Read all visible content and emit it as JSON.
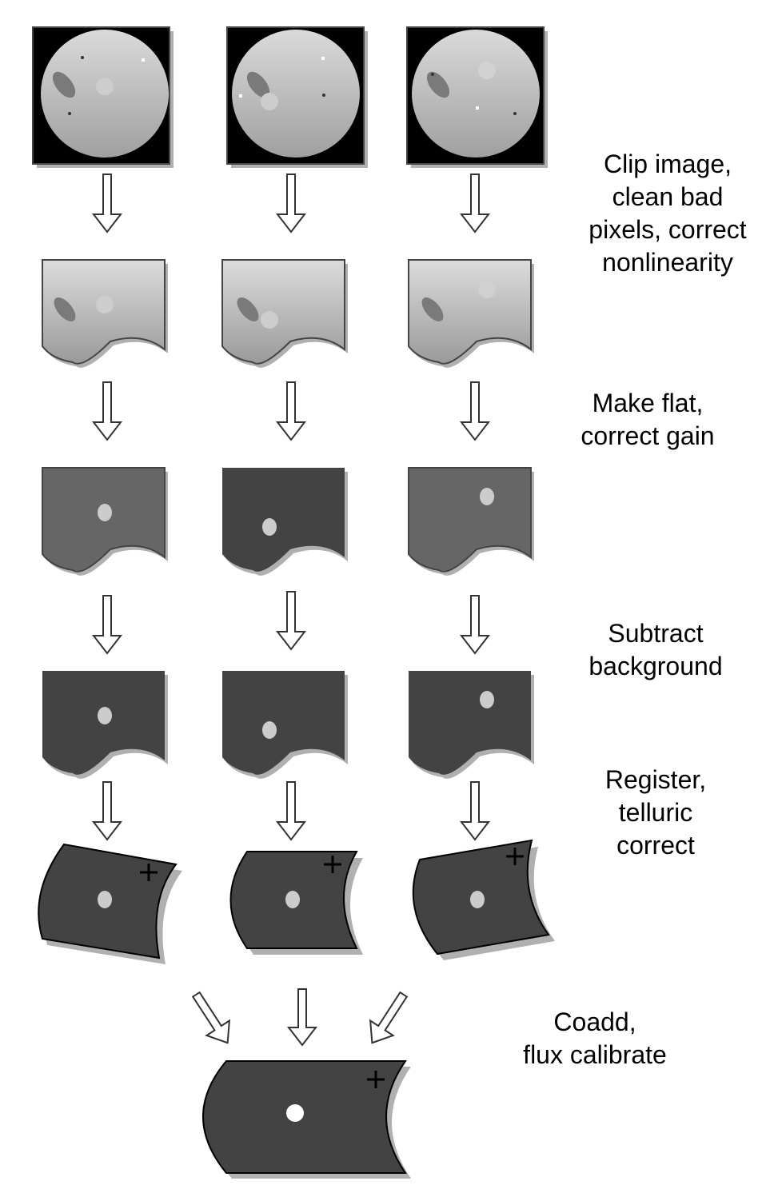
{
  "diagram": {
    "title": "Image reduction pipeline",
    "steps": [
      {
        "id": "clip",
        "label_lines": [
          "Clip image,",
          "clean bad",
          "pixels, correct",
          "nonlinearity"
        ]
      },
      {
        "id": "flat",
        "label_lines": [
          "Make flat,",
          "correct gain"
        ]
      },
      {
        "id": "bkg",
        "label_lines": [
          "Subtract",
          "background"
        ]
      },
      {
        "id": "register",
        "label_lines": [
          "Register,",
          "telluric",
          "correct"
        ]
      },
      {
        "id": "coadd",
        "label_lines": [
          "Coadd,",
          "flux calibrate"
        ]
      }
    ],
    "stages": [
      {
        "name": "raw-frames",
        "count": 3,
        "description": "Raw detector frames with circular pupil, dust ellipse, hot and dead pixels"
      },
      {
        "name": "clipped-frames",
        "count": 3,
        "description": "Clipped and cleaned frames with gradient background"
      },
      {
        "name": "flat-fielded-frames",
        "count": 3,
        "description": "Flat-fielded frames with varying sky levels"
      },
      {
        "name": "background-subtracted-frames",
        "count": 3,
        "description": "Background-subtracted frames"
      },
      {
        "name": "registered-frames",
        "count": 3,
        "description": "Registered, warped frames with reference cross"
      },
      {
        "name": "coadded-frame",
        "count": 1,
        "description": "Final coadded, flux-calibrated frame"
      }
    ],
    "colors": {
      "frame_black": "#000000",
      "gradient_light": "#dcdcdc",
      "gradient_dark": "#9a9a9a",
      "ellipse": "#7a7a7a",
      "flat_mid": "#666666",
      "dark": "#434343",
      "source": "#cccccc",
      "final_source": "#ffffff",
      "shadow": "#b0b0b0",
      "outline": "#333333"
    }
  }
}
